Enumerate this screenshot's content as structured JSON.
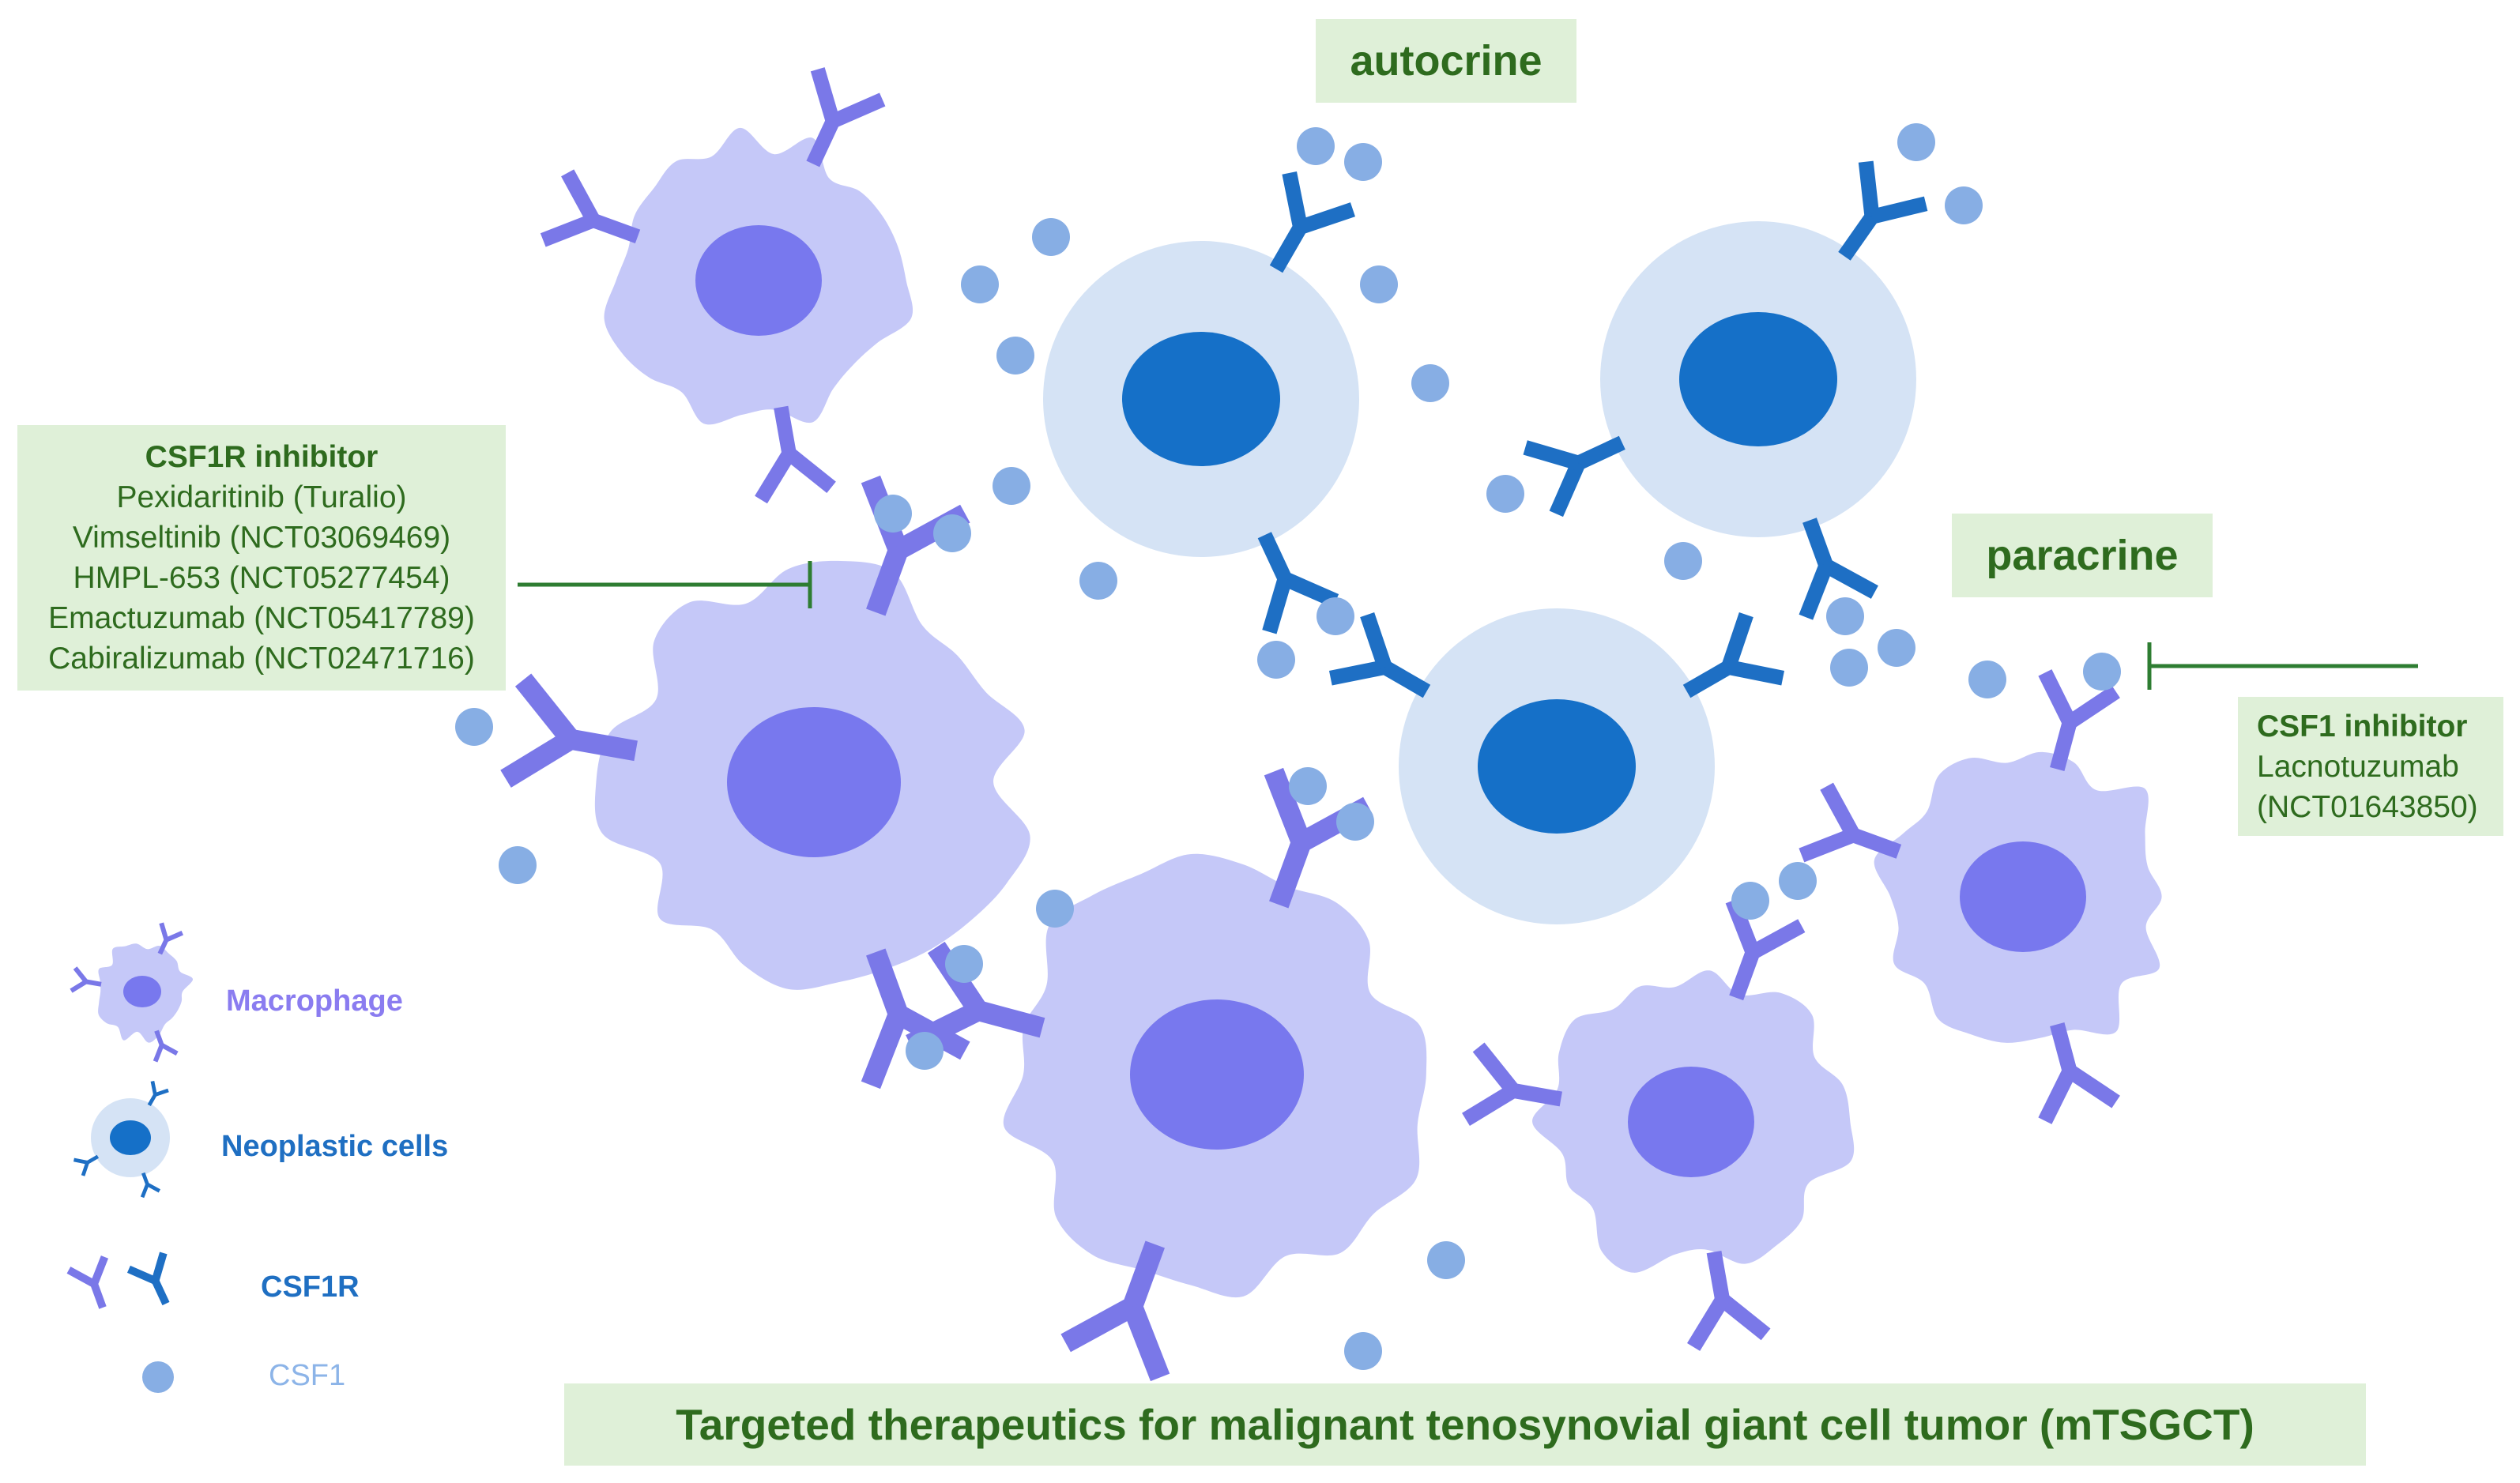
{
  "labels": {
    "autocrine": "autocrine",
    "paracrine": "paracrine",
    "title": "Targeted therapeutics for malignant tenosynovial giant cell tumor (mTSGCT)"
  },
  "csf1r_inhibitor": {
    "heading": "CSF1R inhibitor",
    "drugs": [
      "Pexidaritinib (Turalio)",
      "Vimseltinib (NCT03069469)",
      "HMPL-653 (NCT05277454)",
      "Emactuzumab (NCT05417789)",
      "Cabiralizumab (NCT02471716)"
    ]
  },
  "csf1_inhibitor": {
    "heading": "CSF1 inhibitor",
    "drugs": [
      "Lacnotuzumab",
      "(NCT01643850)"
    ]
  },
  "legend": {
    "macrophage": "Macrophage",
    "neoplastic": "Neoplastic cells",
    "csf1r": "CSF1R",
    "csf1": "CSF1"
  },
  "colors": {
    "macrophage_body": "#c5c8f8",
    "macrophage_nucleus": "#7878ee",
    "macrophage_receptor": "#7a78e8",
    "neoplastic_body": "#d5e3f5",
    "neoplastic_nucleus": "#1570c8",
    "neoplastic_receptor": "#1e6fc4",
    "csf1": "#87aee4",
    "inhibitor_line": "#2e7d32",
    "label_box": "#dff0d8",
    "label_text": "#2e6b1e",
    "legend_macrophage_text": "#8a7cf0",
    "legend_neoplastic_text": "#1f6fc2",
    "legend_csf1_text": "#8cb4e8"
  }
}
